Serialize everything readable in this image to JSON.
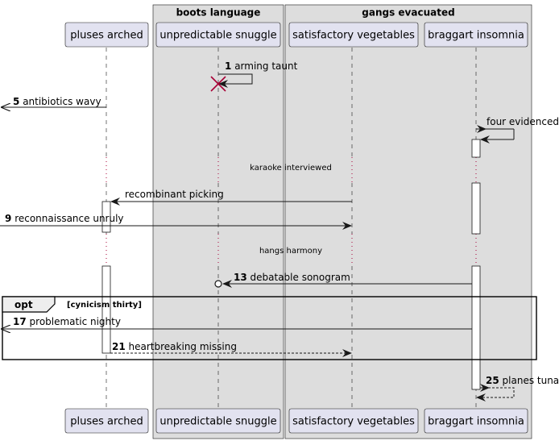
{
  "boxes": [
    {
      "label": "boots language"
    },
    {
      "label": "gangs evacuated"
    }
  ],
  "participants": [
    {
      "label": "pluses arched"
    },
    {
      "label": "unpredictable snuggle"
    },
    {
      "label": "satisfactory vegetables"
    },
    {
      "label": "braggart insomnia"
    }
  ],
  "messages": [
    {
      "num": "1",
      "text": "arming taunt"
    },
    {
      "num": "5",
      "text": "antibiotics wavy"
    },
    {
      "num": "",
      "text": "four evidenced"
    },
    {
      "num": "",
      "text": "recombinant picking"
    },
    {
      "num": "9",
      "text": "reconnaissance unruly"
    },
    {
      "num": "13",
      "text": "debatable sonogram"
    },
    {
      "num": "17",
      "text": "problematic nighty"
    },
    {
      "num": "21",
      "text": "heartbreaking missing"
    },
    {
      "num": "25",
      "text": "planes tuna"
    }
  ],
  "delays": [
    {
      "text": "karaoke interviewed"
    },
    {
      "text": "hangs harmony"
    }
  ],
  "fragment": {
    "keyword": "opt",
    "condition": "[cynicism thirty]"
  },
  "colors": {
    "participant_fill": "#E2E2F0",
    "participant_stroke": "#181818",
    "box_fill": "#DDDDDD",
    "destroy_color": "#A80036",
    "delay_dots": "#A80036"
  }
}
